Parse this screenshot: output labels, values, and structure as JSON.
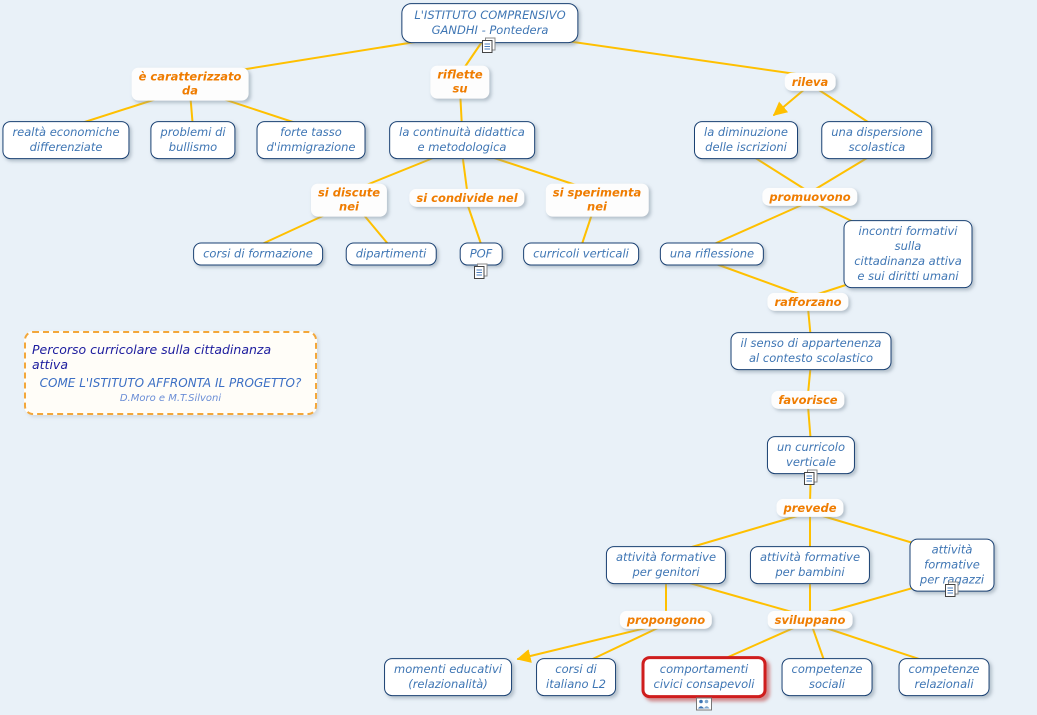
{
  "app": {
    "background_color": "#e9f1f8",
    "line_color": "#ffc000",
    "node_text_color": "#3f76b4",
    "node_border_color": "#1a4173",
    "link_text_color": "#ef7c00",
    "highlight_border_color": "#cf1d1d"
  },
  "concepts": {
    "istituto": "L'ISTITUTO COMPRENSIVO\nGANDHI - Pontedera",
    "realta": "realtà economiche\ndifferenziate",
    "bullismo": "problemi di\nbullismo",
    "immigrazione": "forte tasso\nd'immigrazione",
    "continuita": "la continuità didattica\ne metodologica",
    "diminuzione": "la diminuzione\ndelle iscrizioni",
    "dispersione": "una dispersione\nscolastica",
    "corsi_formazione": "corsi di formazione",
    "dipartimenti": "dipartimenti",
    "pof": "POF",
    "curricoli_verticali": "curricoli verticali",
    "riflessione": "una riflessione",
    "incontri": "incontri formativi sulla\ncittadinanza attiva e sui diritti umani",
    "senso_appartenenza": "il senso di appartenenza\nal contesto scolastico",
    "curricolo_verticale": "un curricolo\nverticale",
    "attivita_genitori": "attività formative\nper genitori",
    "attivita_bambini": "attività formative\nper bambini",
    "attivita_ragazzi": "attività formative\nper ragazzi",
    "momenti_educativi": "momenti educativi\n(relazionalità)",
    "corsi_italiano": "corsi di\nitaliano L2",
    "comportamenti": "comportamenti\ncivici consapevoli",
    "competenze_sociali": "competenze\nsociali",
    "competenze_relazionali": "competenze\nrelazionali"
  },
  "links": {
    "caratterizzato": "è caratterizzato\nda",
    "riflette": "riflette\nsu",
    "rileva": "rileva",
    "discute": "si discute\nnei",
    "condivide": "si condivide nel",
    "sperimenta": "si sperimenta\nnei",
    "promuovono": "promuovono",
    "rafforzano": "rafforzano",
    "favorisce": "favorisce",
    "prevede": "prevede",
    "propongono": "propongono",
    "sviluppano": "sviluppano"
  },
  "legend": {
    "title": "Percorso curricolare sulla cittadinanza attiva",
    "subtitle": "COME L'ISTITUTO AFFRONTA IL PROGETTO?",
    "authors": "D.Moro e M.T.Silvoni"
  }
}
